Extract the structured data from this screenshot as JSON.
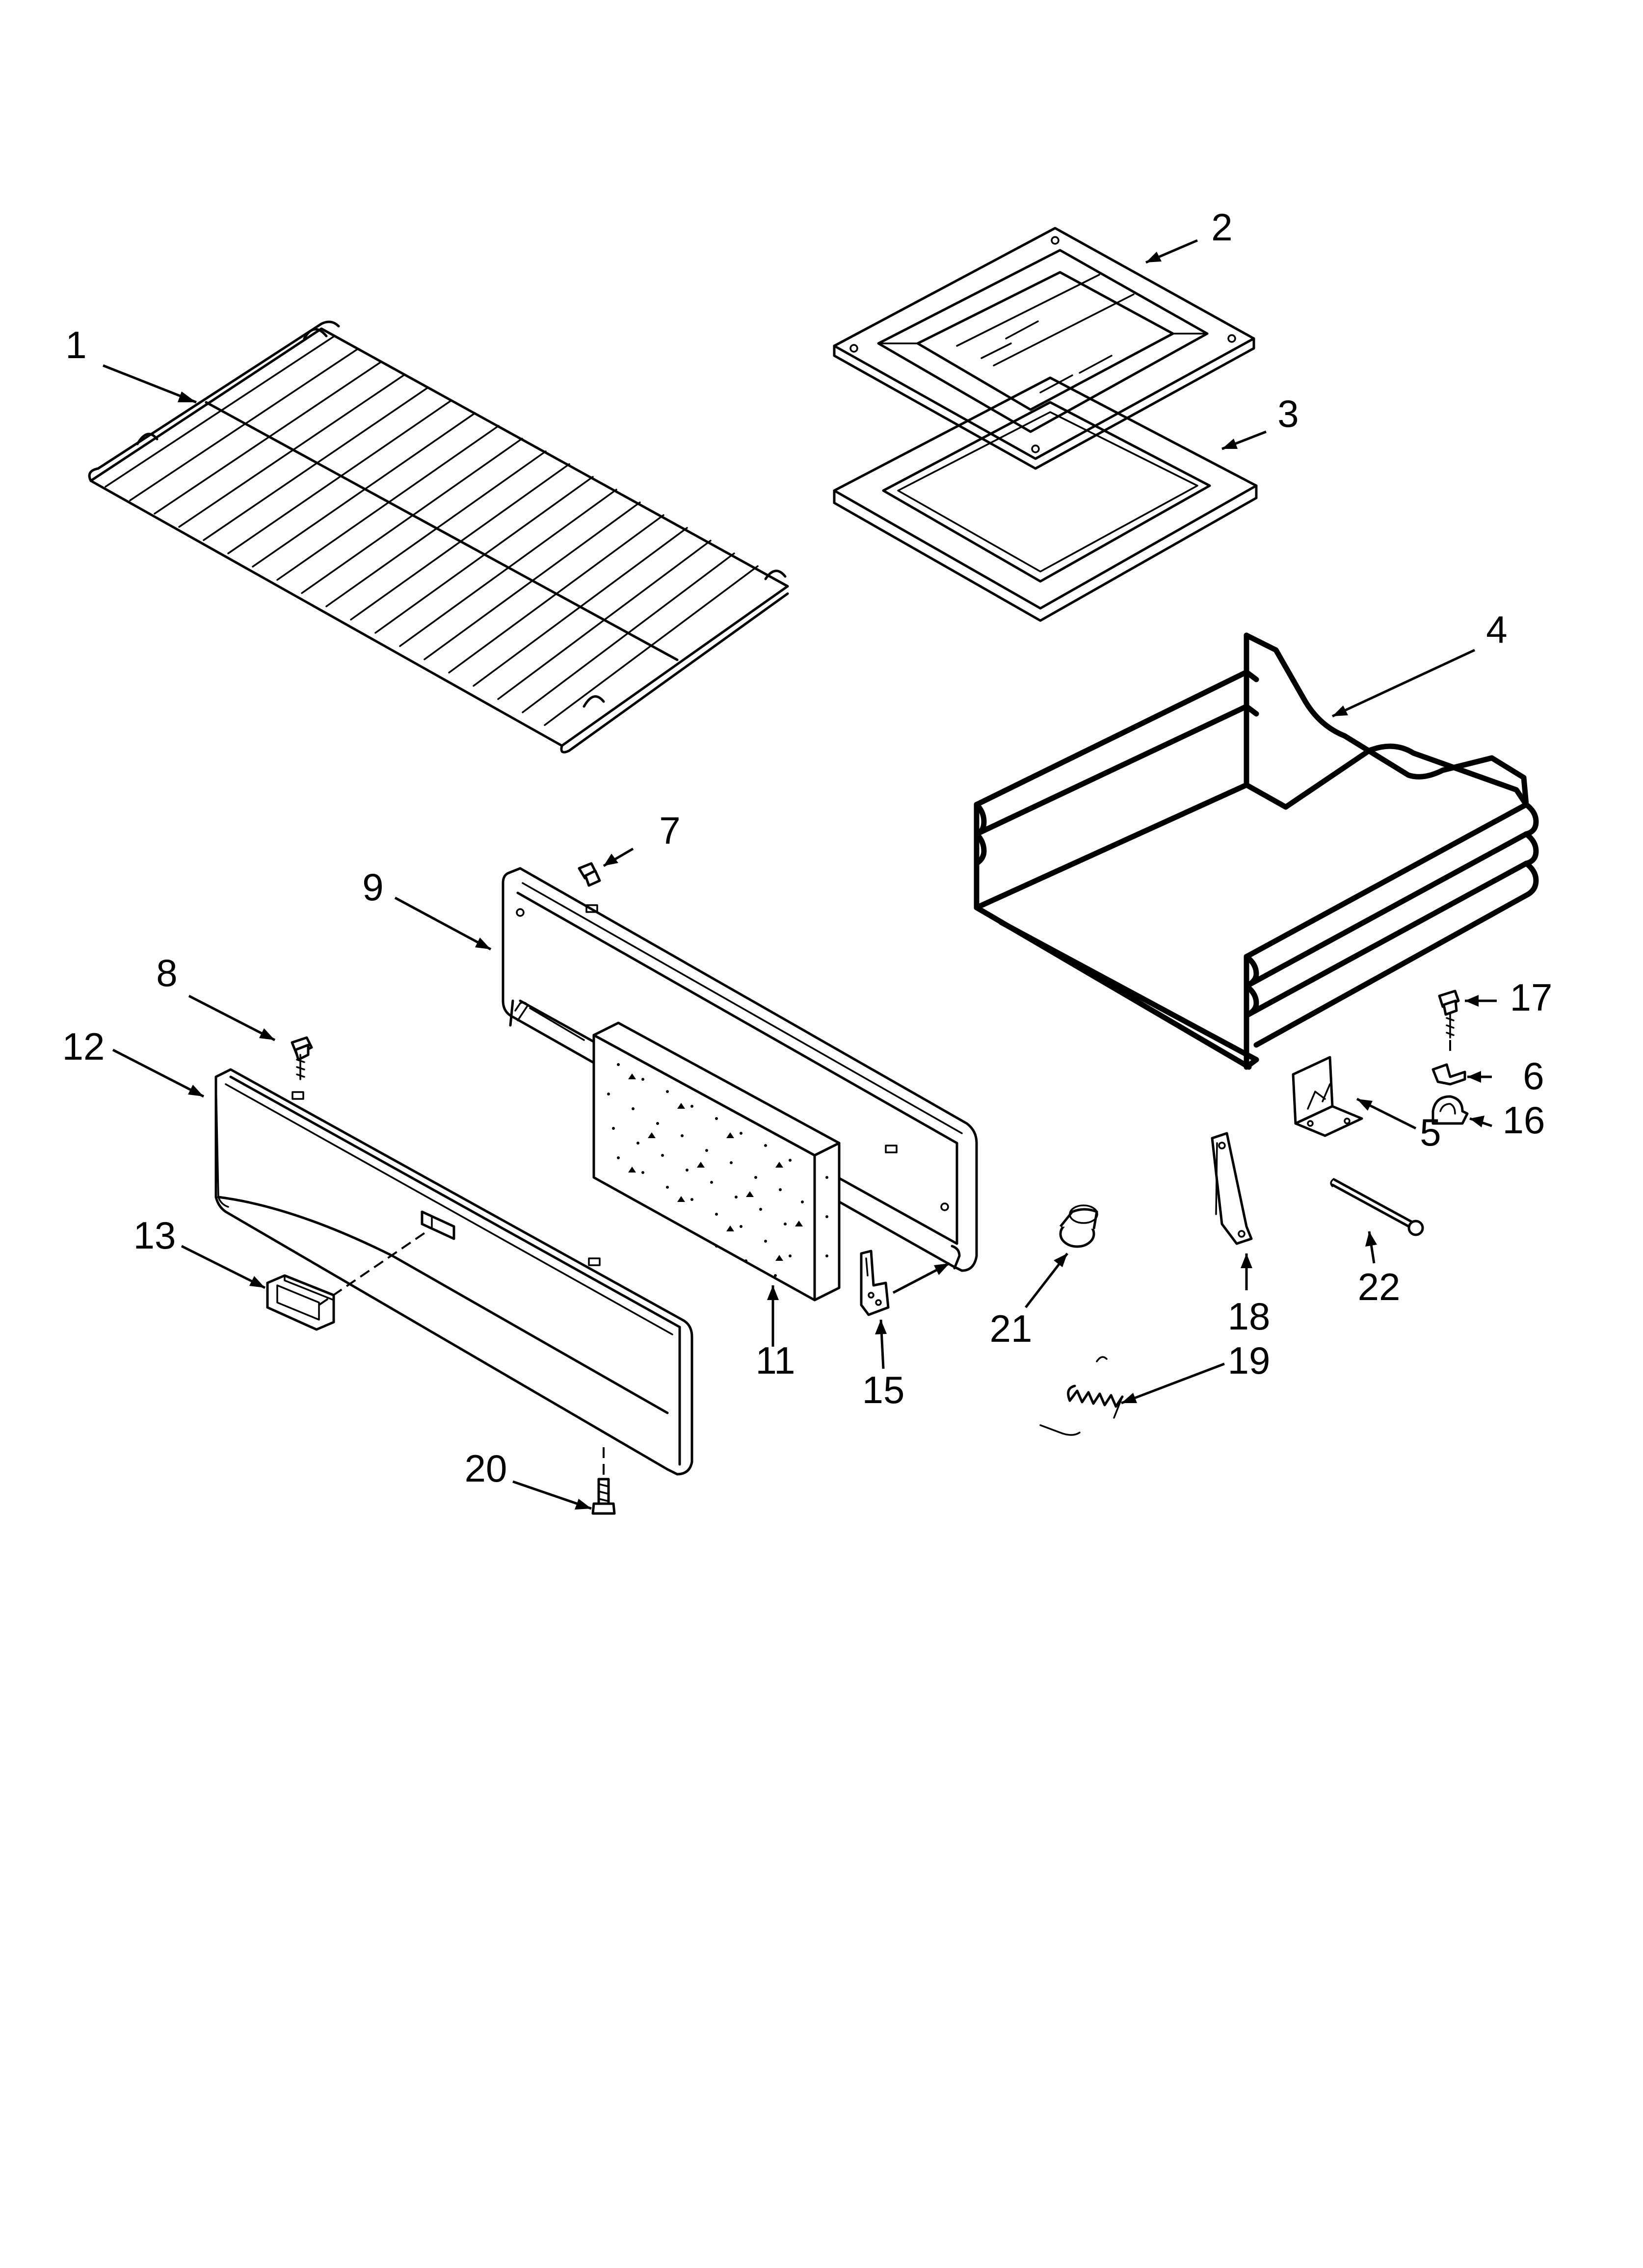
{
  "diagram": {
    "callouts": [
      {
        "id": "1",
        "label": "1"
      },
      {
        "id": "2",
        "label": "2"
      },
      {
        "id": "3",
        "label": "3"
      },
      {
        "id": "4",
        "label": "4"
      },
      {
        "id": "5",
        "label": "5"
      },
      {
        "id": "6",
        "label": "6"
      },
      {
        "id": "7",
        "label": "7"
      },
      {
        "id": "8",
        "label": "8"
      },
      {
        "id": "9",
        "label": "9"
      },
      {
        "id": "11",
        "label": "11"
      },
      {
        "id": "12",
        "label": "12"
      },
      {
        "id": "13",
        "label": "13"
      },
      {
        "id": "15",
        "label": "15"
      },
      {
        "id": "16",
        "label": "16"
      },
      {
        "id": "17",
        "label": "17"
      },
      {
        "id": "18",
        "label": "18"
      },
      {
        "id": "19",
        "label": "19"
      },
      {
        "id": "20",
        "label": "20"
      },
      {
        "id": "21",
        "label": "21"
      },
      {
        "id": "22",
        "label": "22"
      }
    ]
  }
}
